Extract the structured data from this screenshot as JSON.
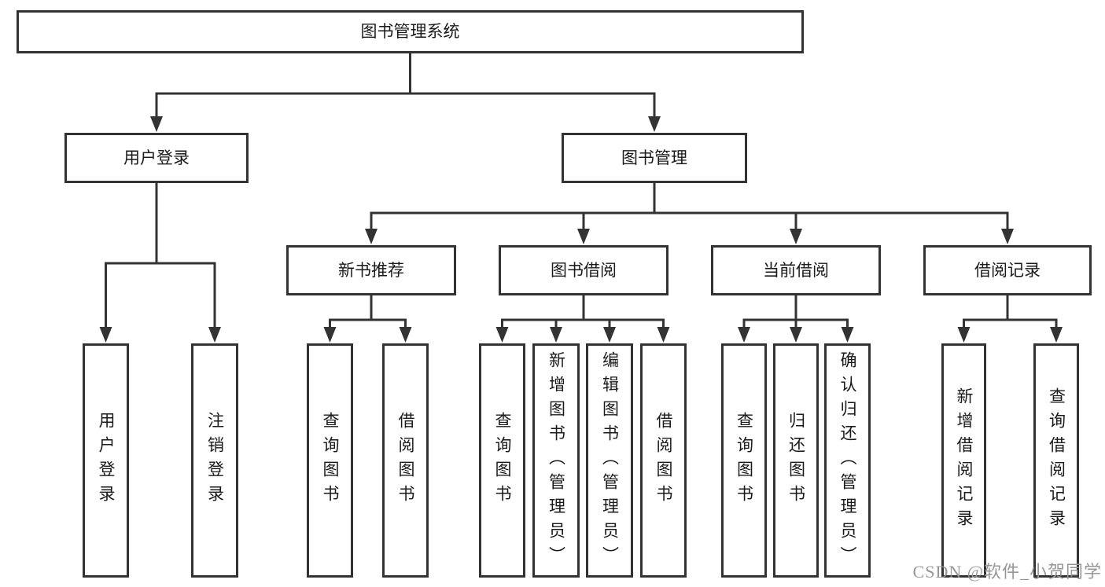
{
  "diagram": {
    "watermark": "CSDN @软件_小贺同学",
    "line_color": "#333333",
    "box_background": "#ffffff",
    "nodes": [
      {
        "id": "root",
        "label": "图书管理系统"
      },
      {
        "id": "user-login",
        "label": "用户登录"
      },
      {
        "id": "book-mgmt",
        "label": "图书管理"
      },
      {
        "id": "new-book-rec",
        "label": "新书推荐"
      },
      {
        "id": "book-borrow",
        "label": "图书借阅"
      },
      {
        "id": "current-borrow",
        "label": "当前借阅"
      },
      {
        "id": "borrow-records",
        "label": "借阅记录"
      },
      {
        "id": "op-user-login",
        "label": "用户登录",
        "vertical": true
      },
      {
        "id": "op-logout",
        "label": "注销登录",
        "vertical": true
      },
      {
        "id": "rec-query-books",
        "label": "查询图书",
        "vertical": true
      },
      {
        "id": "rec-borrow-books",
        "label": "借阅图书",
        "vertical": true
      },
      {
        "id": "bb-query-books",
        "label": "查询图书",
        "vertical": true
      },
      {
        "id": "bb-add-books",
        "label": "新增图书（管理员）",
        "vertical": true
      },
      {
        "id": "bb-edit-books",
        "label": "编辑图书（管理员）",
        "vertical": true
      },
      {
        "id": "bb-borrow-books",
        "label": "借阅图书",
        "vertical": true
      },
      {
        "id": "cb-query-books",
        "label": "查询图书",
        "vertical": true
      },
      {
        "id": "cb-return-books",
        "label": "归还图书",
        "vertical": true
      },
      {
        "id": "cb-confirm-return",
        "label": "确认归还（管理员）",
        "vertical": true
      },
      {
        "id": "br-add-record",
        "label": "新增借阅记录",
        "vertical": true
      },
      {
        "id": "br-query-record",
        "label": "查询借阅记录",
        "vertical": true
      }
    ],
    "edges": [
      {
        "from": "root",
        "to": [
          "user-login",
          "book-mgmt"
        ]
      },
      {
        "from": "user-login",
        "to": [
          "op-user-login",
          "op-logout"
        ]
      },
      {
        "from": "book-mgmt",
        "to": [
          "new-book-rec",
          "book-borrow",
          "current-borrow",
          "borrow-records"
        ]
      },
      {
        "from": "new-book-rec",
        "to": [
          "rec-query-books",
          "rec-borrow-books"
        ]
      },
      {
        "from": "book-borrow",
        "to": [
          "bb-query-books",
          "bb-add-books",
          "bb-edit-books",
          "bb-borrow-books"
        ]
      },
      {
        "from": "current-borrow",
        "to": [
          "cb-query-books",
          "cb-return-books",
          "cb-confirm-return"
        ]
      },
      {
        "from": "borrow-records",
        "to": [
          "br-add-record",
          "br-query-record"
        ]
      }
    ]
  }
}
